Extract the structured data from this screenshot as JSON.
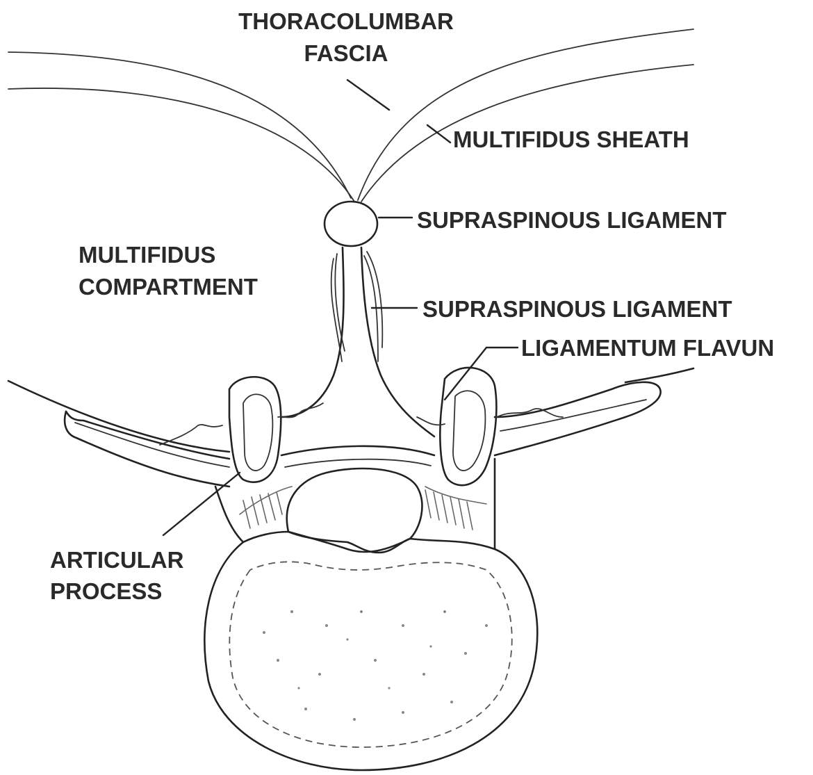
{
  "labels": {
    "thoracolumbar_fascia": [
      "THORACOLUMBAR",
      "FASCIA"
    ],
    "multifidus_sheath": "MULTIFIDUS SHEATH",
    "supraspinous_ligament_top": "SUPRASPINOUS LIGAMENT",
    "multifidus_compartment": [
      "MULTIFIDUS",
      "COMPARTMENT"
    ],
    "supraspinous_ligament_mid": "SUPRASPINOUS LIGAMENT",
    "ligamentum_flavun": "LIGAMENTUM FLAVUN",
    "articular_process": [
      "ARTICULAR",
      "PROCESS"
    ]
  },
  "colors": {
    "line": "#222222",
    "text": "#2a2a2a",
    "background": "#ffffff"
  }
}
